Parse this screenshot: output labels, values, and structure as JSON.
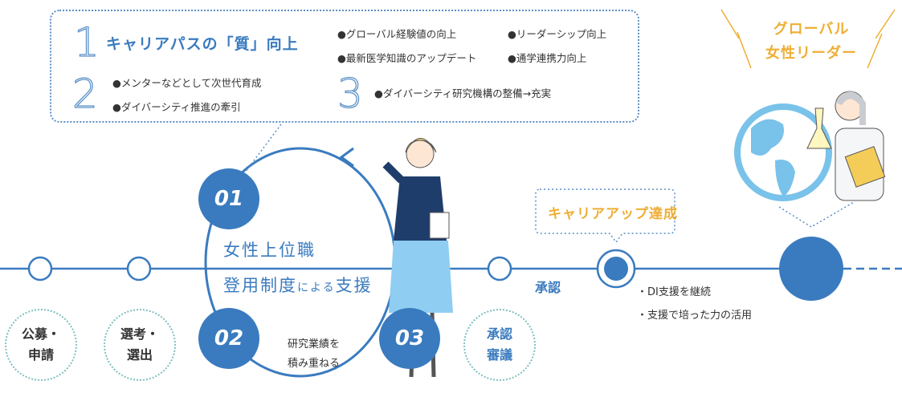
{
  "top_box": {
    "sections": [
      {
        "number": "1",
        "title": "キャリアパスの「質」向上",
        "items": [
          "●グローバル経験値の向上",
          "●リーダーシップ向上",
          "●最新医学知識のアップデート",
          "●通学連携力向上"
        ]
      },
      {
        "number": "2",
        "items": [
          "●メンターなどとして次世代育成",
          "●ダイバーシティ推進の牽引"
        ]
      },
      {
        "number": "3",
        "items": [
          "●ダイバーシティ研究機構の整備→充実"
        ]
      }
    ]
  },
  "cycle": {
    "badges": [
      "01",
      "02",
      "03"
    ],
    "title_line1": "女性上位職",
    "title_line2_a": "登用制度",
    "title_line2_b": "による",
    "title_line2_c": "支援",
    "note_line1": "研究業績を",
    "note_line2": "積み重ねる"
  },
  "steps": [
    {
      "line1": "公募・",
      "line2": "申請"
    },
    {
      "line1": "選考・",
      "line2": "選出"
    },
    {
      "line1": "承認",
      "line2": "審議"
    }
  ],
  "approval_label": "承認",
  "career_up_label": "キャリアアップ達成",
  "after_items": [
    "・DI支援を継続",
    "・支援で培った力の活用"
  ],
  "goal": {
    "line1": "グローバル",
    "line2": "女性リーダー"
  },
  "colors": {
    "blue": "#3a7bbf",
    "orange": "#eeae34",
    "teal_dots": "#7fc0bf"
  }
}
